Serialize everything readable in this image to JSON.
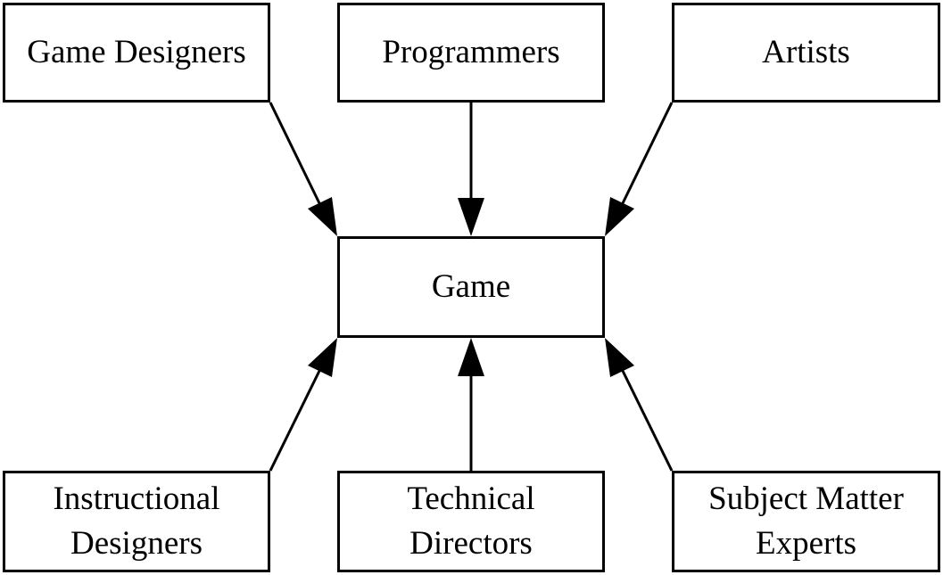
{
  "diagram": {
    "nodes": {
      "game_designers": "Game Designers",
      "programmers": "Programmers",
      "artists": "Artists",
      "game": "Game",
      "instructional_designers": "Instructional\nDesigners",
      "technical_directors": "Technical\nDirectors",
      "subject_matter_experts": "Subject Matter\nExperts"
    },
    "edges": [
      {
        "from": "game_designers",
        "to": "game"
      },
      {
        "from": "programmers",
        "to": "game"
      },
      {
        "from": "artists",
        "to": "game"
      },
      {
        "from": "instructional_designers",
        "to": "game"
      },
      {
        "from": "technical_directors",
        "to": "game"
      },
      {
        "from": "subject_matter_experts",
        "to": "game"
      }
    ],
    "colors": {
      "stroke": "#000000",
      "background": "#ffffff"
    }
  }
}
